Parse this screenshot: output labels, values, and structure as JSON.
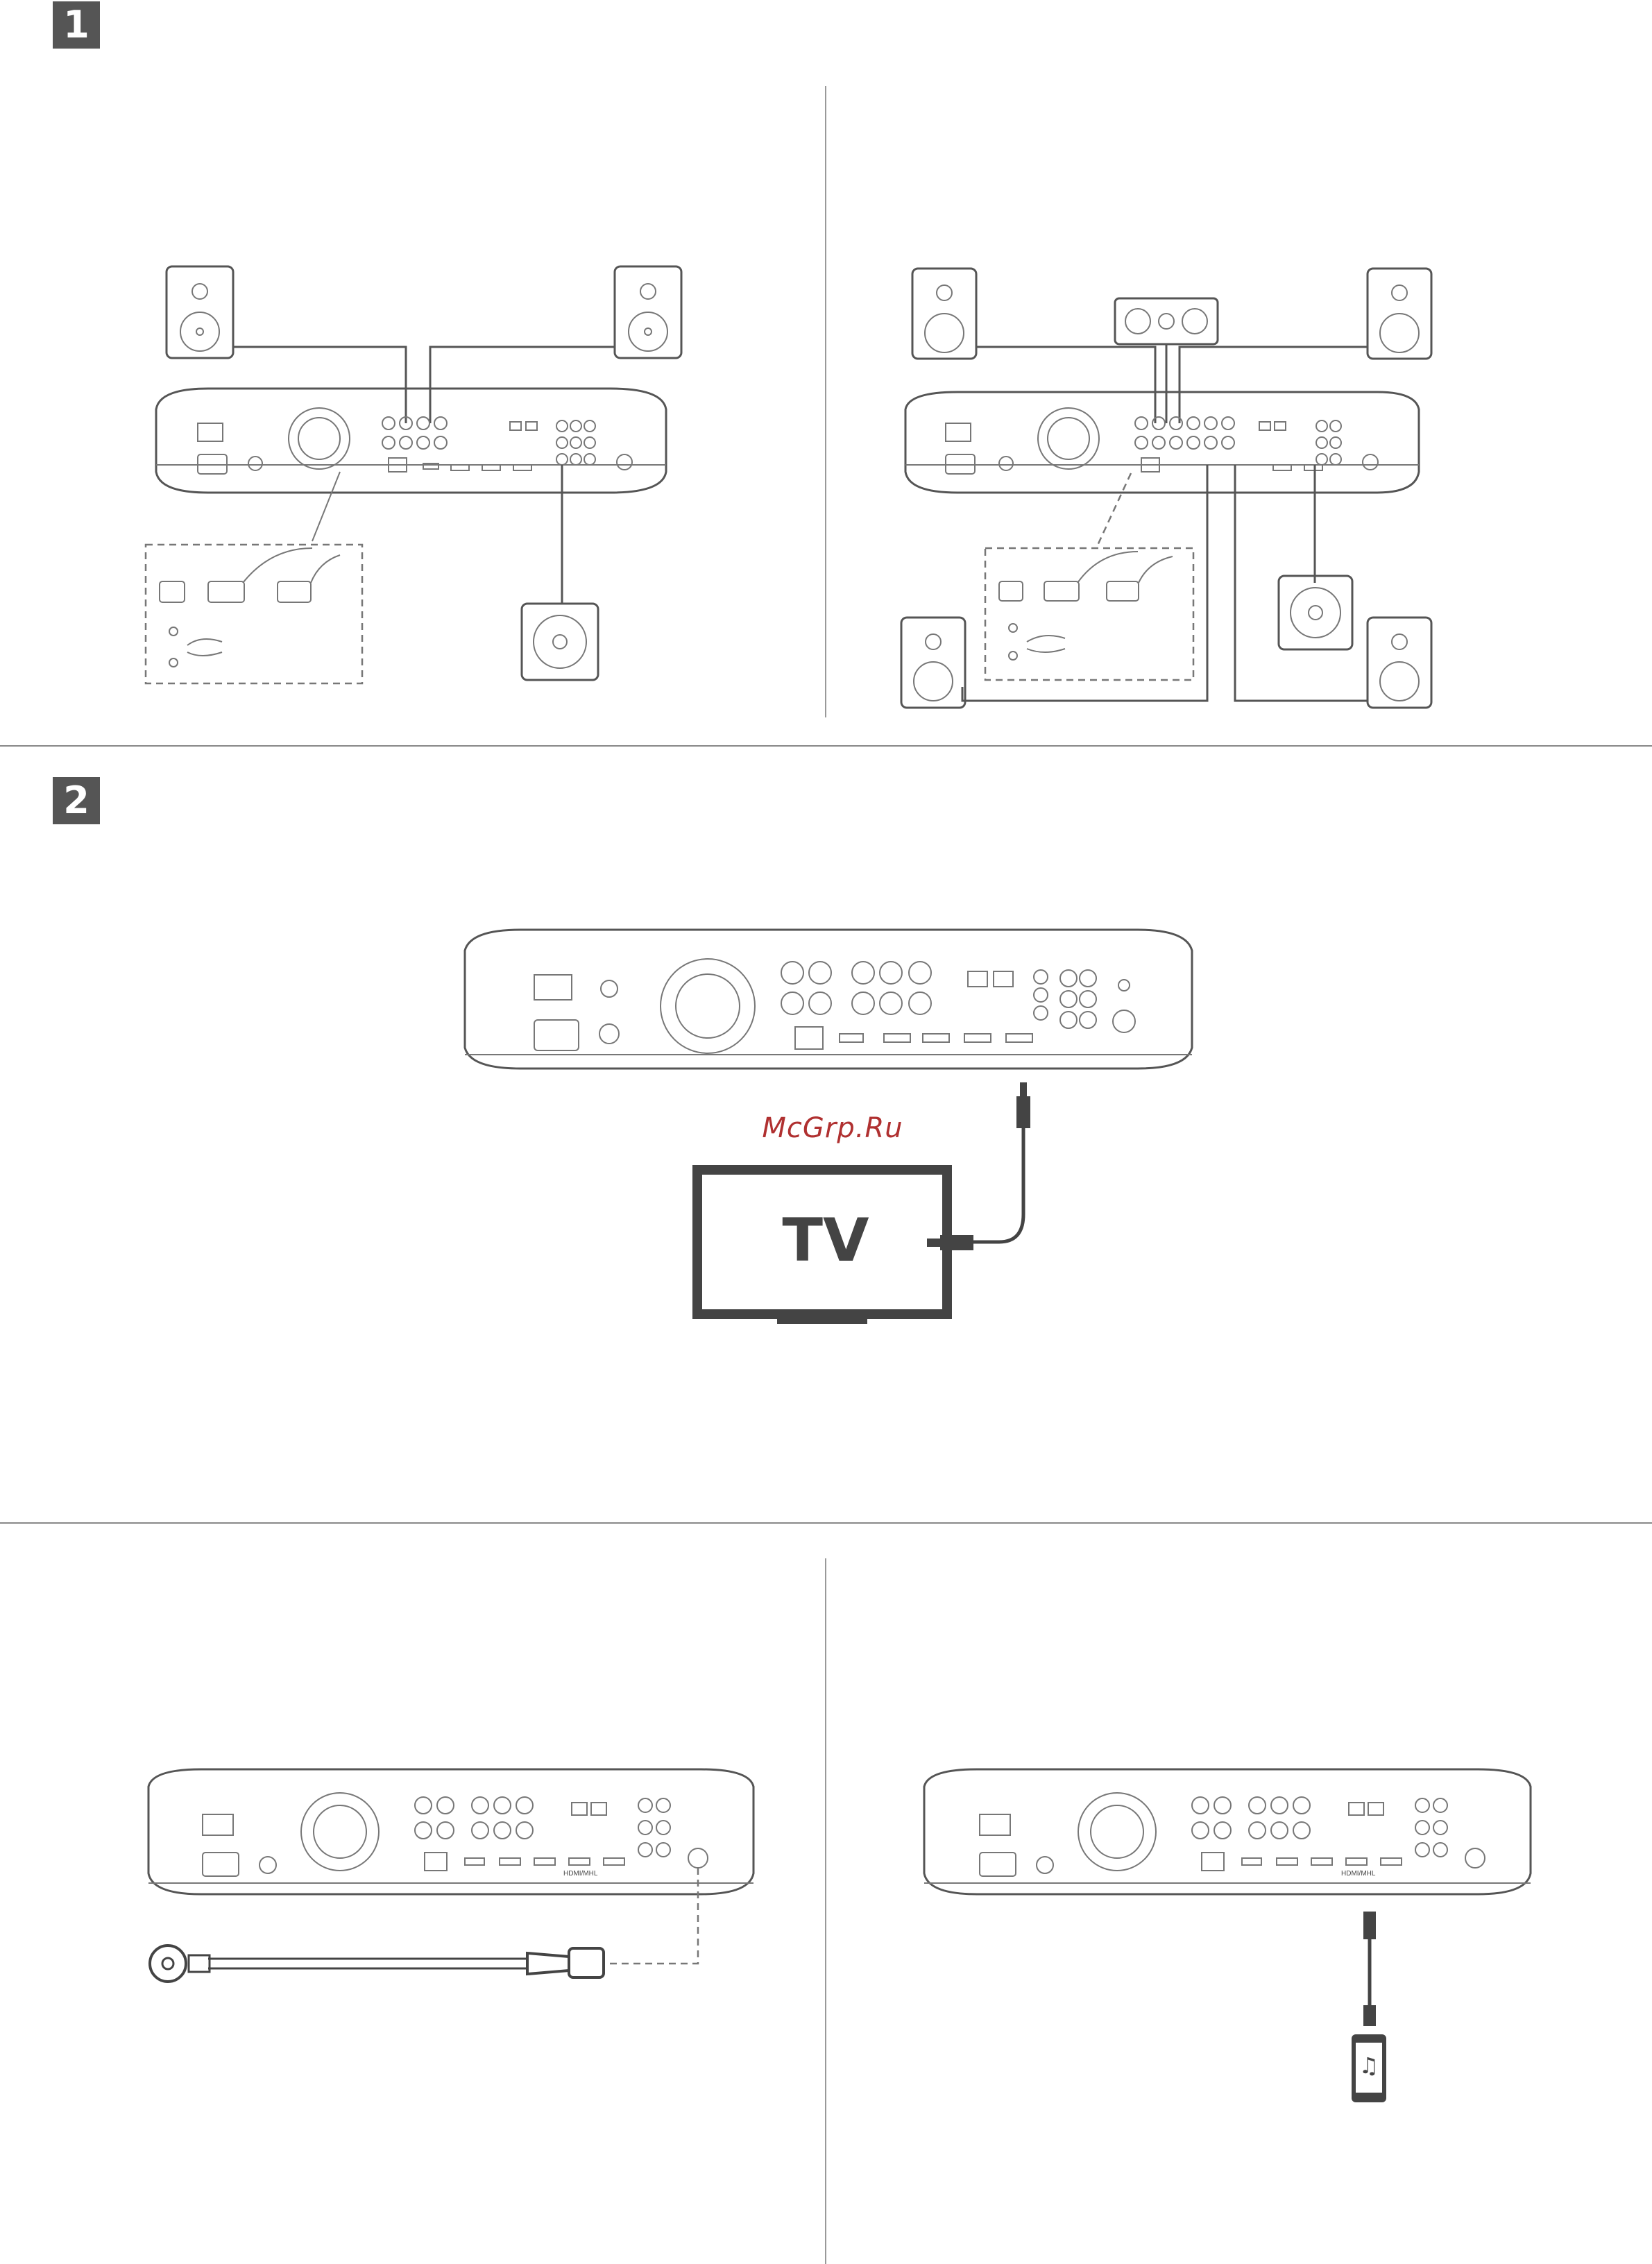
{
  "steps": {
    "step1": "1",
    "step2": "2"
  },
  "watermark": "McGrp.Ru",
  "tv": {
    "label": "TV"
  },
  "ports": {
    "hdmi_mhl_label_left": "HDMI/MHL",
    "hdmi_mhl_label_right": "HDMI/MHL"
  },
  "phone": {
    "icon": "music-note-icon",
    "glyph": "♫"
  },
  "colors": {
    "badge": "#555555",
    "lines": "#555555",
    "watermark": "#b03030"
  }
}
